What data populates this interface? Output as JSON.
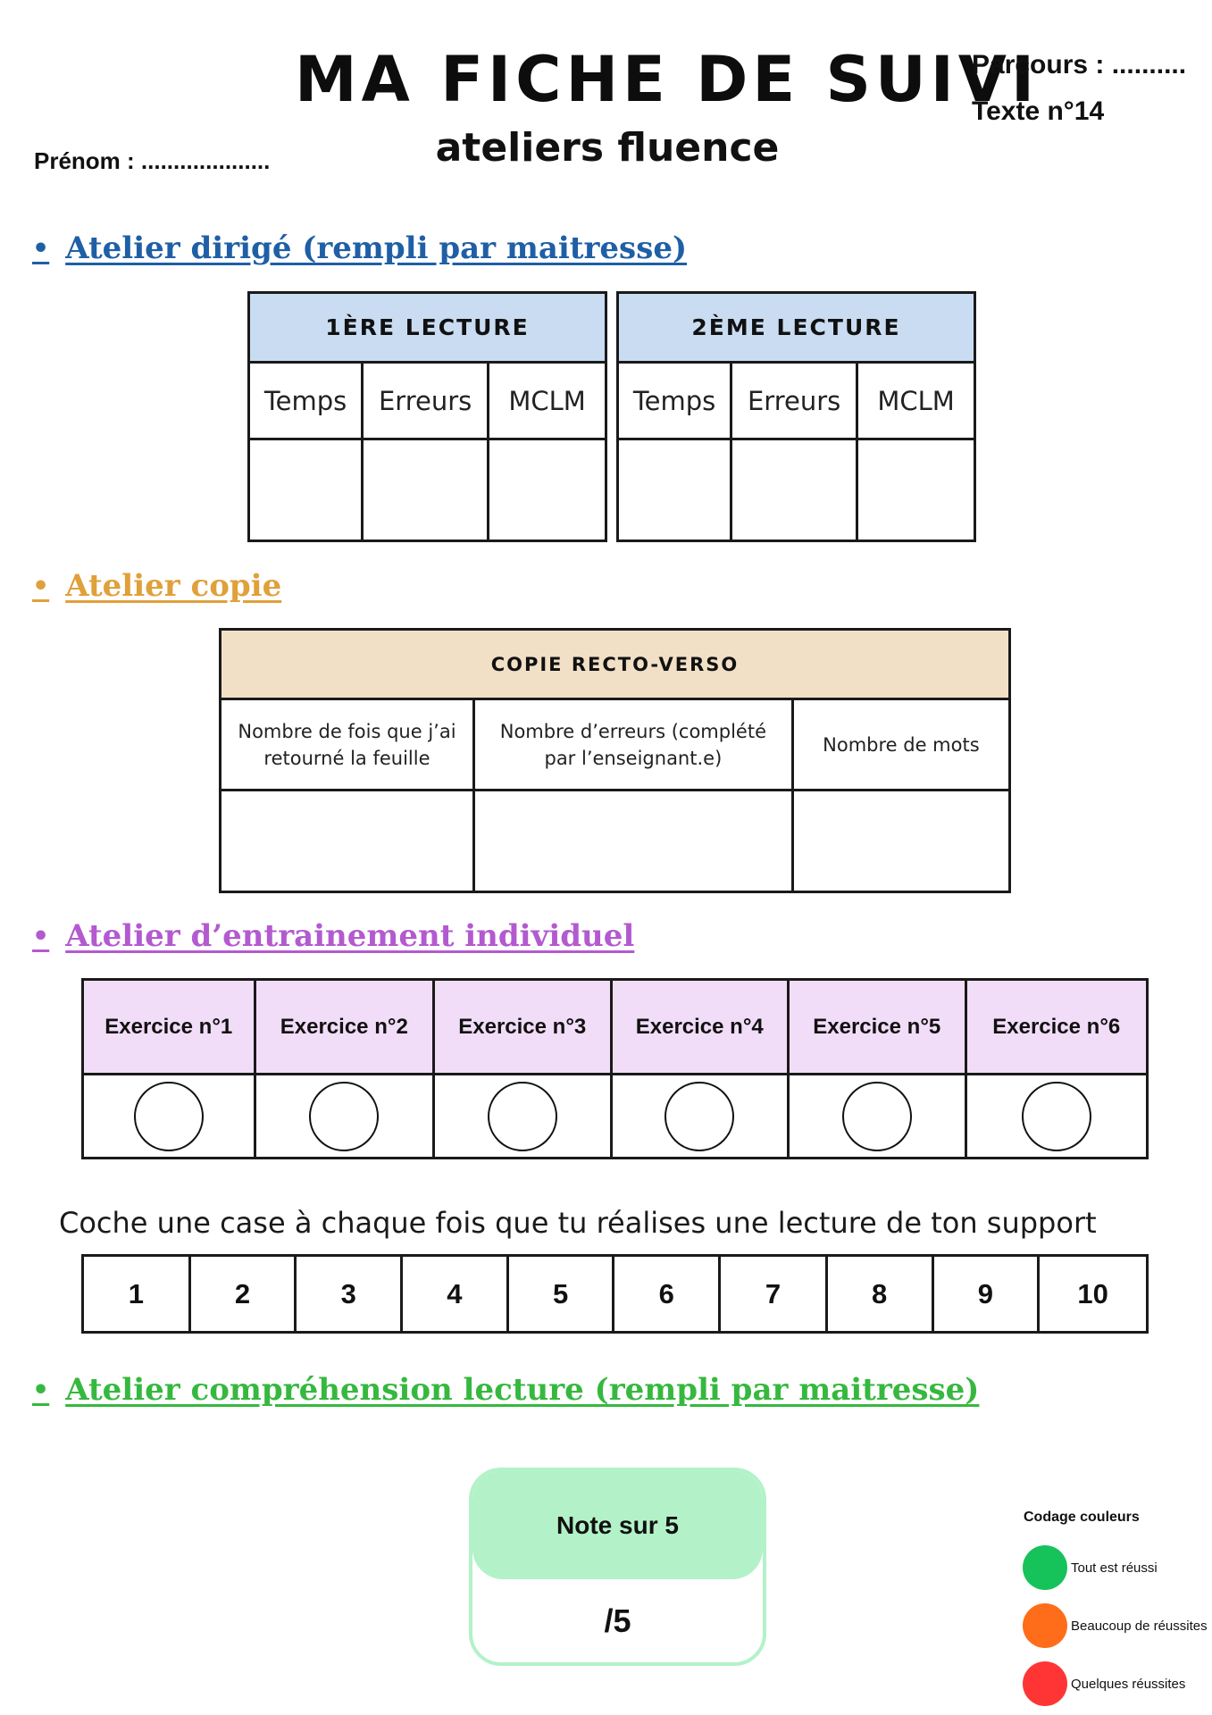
{
  "header": {
    "title": "MA FICHE DE SUIVI",
    "subtitle": "ateliers fluence",
    "prenom": "Prénom : ....................",
    "parcours": "Parcours : ..........",
    "texte": "Texte n°14"
  },
  "sections": {
    "dirige": "Atelier dirigé (rempli par maitresse)",
    "copie": "Atelier copie",
    "entrainement": "Atelier d’entrainement individuel",
    "comprehension": "Atelier compréhension lecture (rempli par maitresse)"
  },
  "lecture_tables": [
    {
      "title": "1ÈRE LECTURE",
      "columns": [
        "Temps",
        "Erreurs",
        "MCLM"
      ]
    },
    {
      "title": "2ÈME LECTURE",
      "columns": [
        "Temps",
        "Erreurs",
        "MCLM"
      ]
    }
  ],
  "copie_table": {
    "title": "COPIE RECTO-VERSO",
    "columns": [
      "Nombre de fois que j’ai retourné la feuille",
      "Nombre d’erreurs (complété par l’enseignant.e)",
      "Nombre de mots"
    ]
  },
  "exercises": [
    "Exercice n°1",
    "Exercice n°2",
    "Exercice n°3",
    "Exercice n°4",
    "Exercice n°5",
    "Exercice n°6"
  ],
  "reading_instruction": "Coche une case à chaque fois que tu réalises une lecture de ton support",
  "reading_boxes": [
    "1",
    "2",
    "3",
    "4",
    "5",
    "6",
    "7",
    "8",
    "9",
    "10"
  ],
  "note": {
    "label": "Note sur 5",
    "value": "/5"
  },
  "legend": {
    "title": "Codage couleurs",
    "items": [
      {
        "label": "Tout est réussi",
        "color": "#16c25a"
      },
      {
        "label": "Beaucoup de réussites",
        "color": "#ff6d1a"
      },
      {
        "label": "Quelques réussites",
        "color": "#ff3535"
      }
    ]
  }
}
